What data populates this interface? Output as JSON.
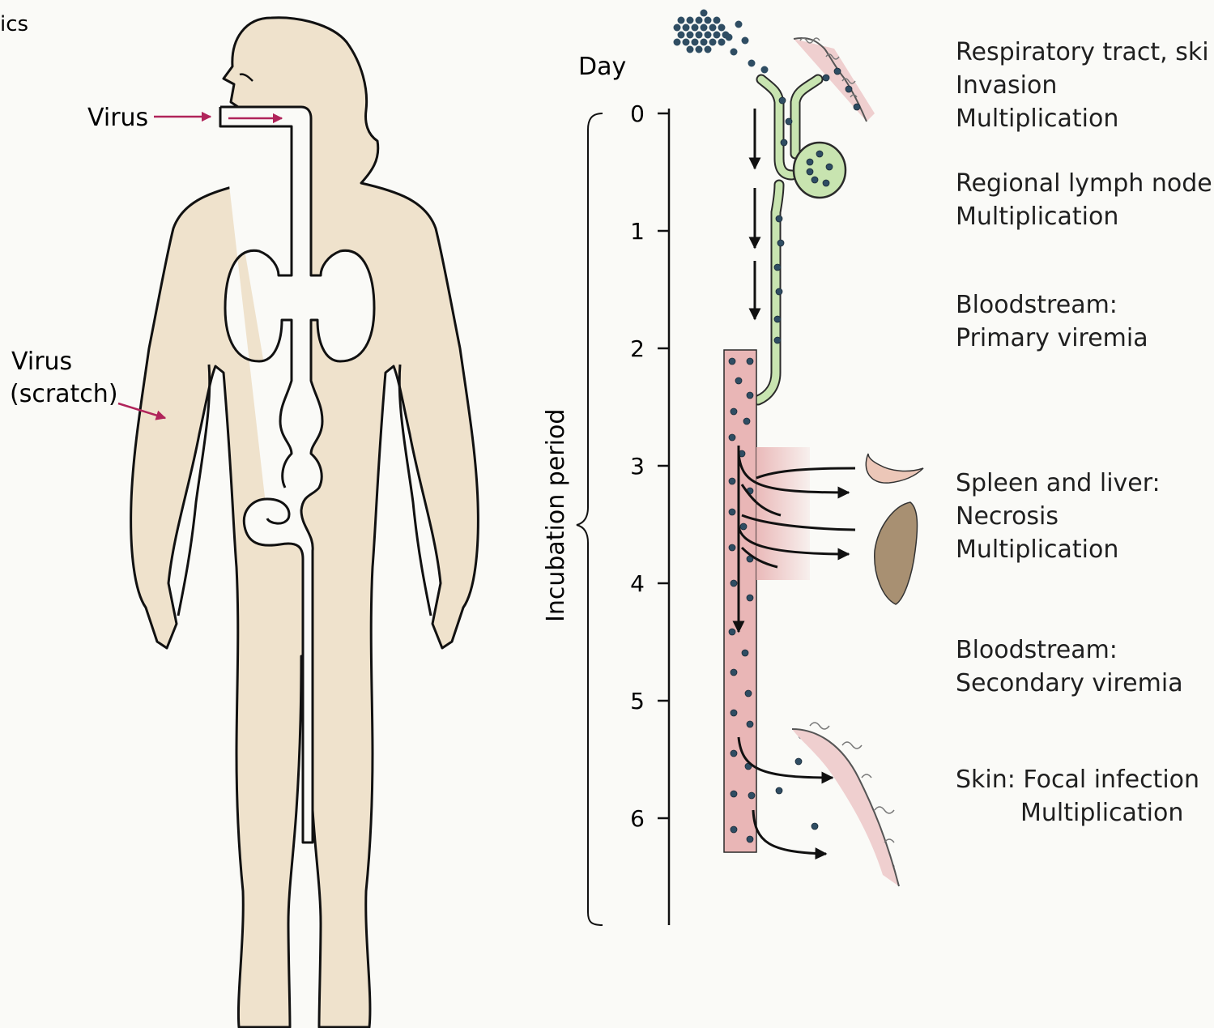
{
  "corner_text": "ics",
  "body_labels": {
    "virus": "Virus",
    "virus_scratch_line1": "Virus",
    "virus_scratch_line2": "(scratch)"
  },
  "timeline": {
    "day_label": "Day",
    "period_label": "Incubation period",
    "ticks": [
      "0",
      "1",
      "2",
      "3",
      "4",
      "5",
      "6"
    ]
  },
  "stages": [
    {
      "lines": [
        "Respiratory tract, ski",
        "Invasion",
        "Multiplication"
      ]
    },
    {
      "lines": [
        "Regional lymph node:",
        "Multiplication"
      ]
    },
    {
      "lines": [
        "Bloodstream:",
        "Primary viremia"
      ]
    },
    {
      "lines": [
        "Spleen and liver:",
        "Necrosis",
        "Multiplication"
      ]
    },
    {
      "lines": [
        "Bloodstream:",
        "Secondary viremia"
      ]
    },
    {
      "lines": [
        "Skin: Focal infection",
        "Multiplication"
      ]
    }
  ],
  "colors": {
    "body_fill": "#efe2cc",
    "virus_arrow": "#b0245a",
    "lymph_vessel": "#c8e4b0",
    "blood_vessel": "#e9b6b6",
    "virus_particle": "#2f4d63",
    "liver": "#a89072",
    "spleen": "#ecc7b8"
  }
}
